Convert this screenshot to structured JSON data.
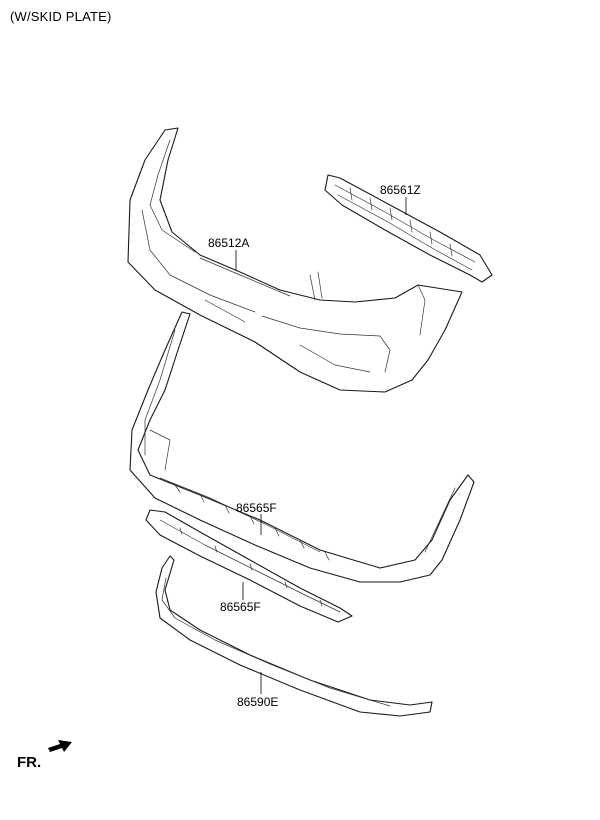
{
  "header": {
    "label": "(W/SKID PLATE)"
  },
  "parts": [
    {
      "id": "bumper-cover",
      "number": "86512A"
    },
    {
      "id": "grille",
      "number": "86561Z"
    },
    {
      "id": "lower-garnish",
      "number": "86565F"
    },
    {
      "id": "skid-plate",
      "number": "86565F"
    },
    {
      "id": "moulding-strip",
      "number": "86590E"
    }
  ],
  "direction": {
    "label": "FR."
  }
}
